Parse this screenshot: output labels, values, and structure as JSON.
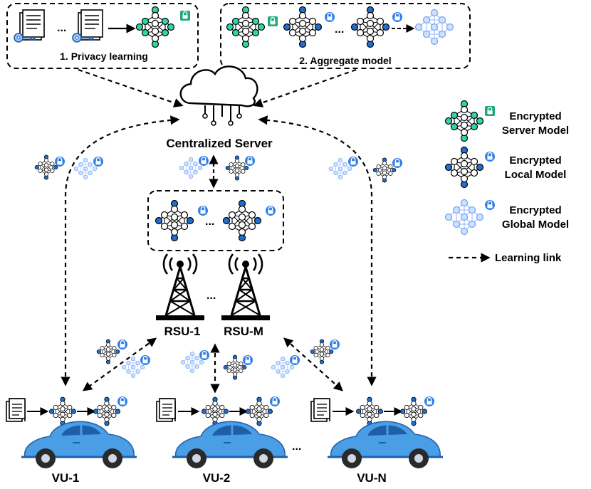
{
  "top_boxes": {
    "privacy_learning": "1. Privacy learning",
    "aggregate_model": "2. Aggregate model"
  },
  "server": {
    "label": "Centralized Server"
  },
  "rsu": {
    "left_label": "RSU-1",
    "right_label": "RSU-M",
    "ellipsis": "..."
  },
  "vehicles": {
    "labels": [
      "VU-1",
      "VU-2",
      "VU-N"
    ],
    "ellipsis": "..."
  },
  "legend": {
    "server_model": [
      "Encrypted",
      "Server Model"
    ],
    "local_model": [
      "Encrypted",
      "Local Model"
    ],
    "global_model": [
      "Encrypted",
      "Global Model"
    ],
    "learning_link": "Learning link"
  },
  "ellipsis": "...",
  "colors": {
    "server_node": "#2fd6a7",
    "local_node": "#1f6fd1",
    "global_node": "#9fc3ff",
    "lock_blue": "#2f7fe8",
    "lock_green": "#1fa97a",
    "car_body": "#4a9ee6",
    "car_roof_dark": "#1f5fa8"
  }
}
